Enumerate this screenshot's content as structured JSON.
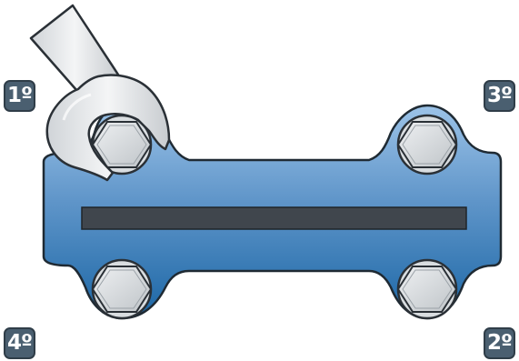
{
  "badges": {
    "first": "1º",
    "second": "2º",
    "third": "3º",
    "fourth": "4º"
  },
  "icons": {
    "tool": "wrench-icon",
    "fastener": "hex-bolt-icon"
  },
  "colors": {
    "bracket_light": "#8fb8e0",
    "bracket_dark": "#1e6aa8",
    "slot": "#40464d",
    "bolt_fill": "#d6d9dc",
    "wrench_fill": "#e6e8ea",
    "badge_bg": "#4a5f70"
  }
}
